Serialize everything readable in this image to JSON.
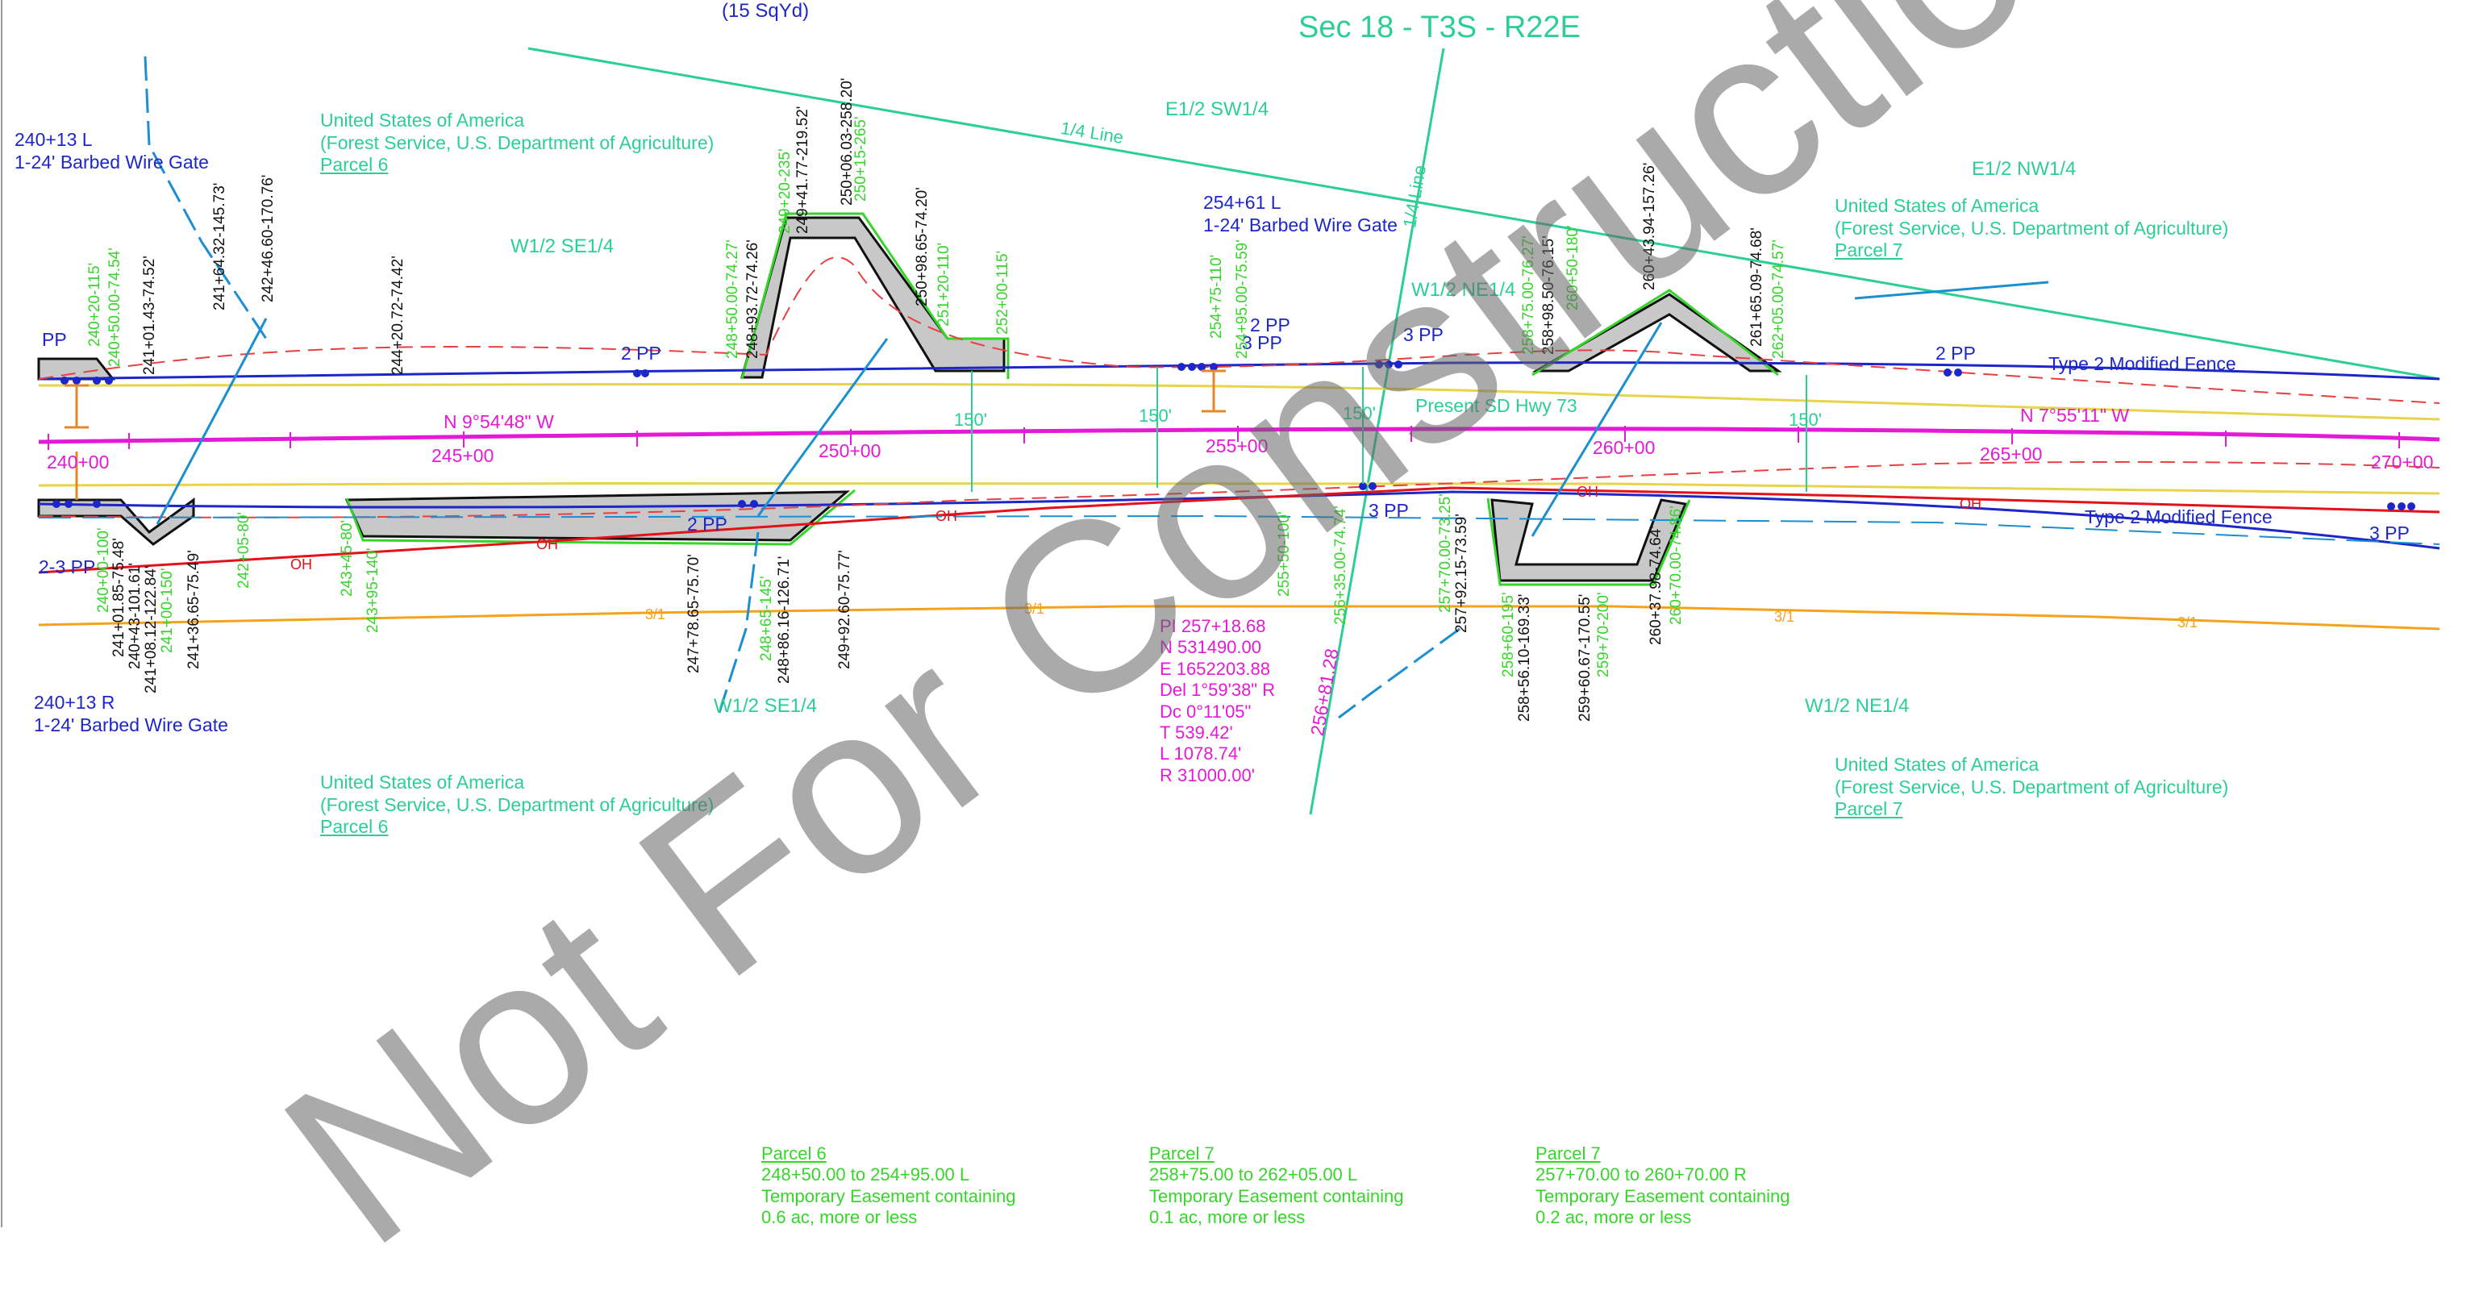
{
  "header": {
    "area_note": "(15 SqYd)",
    "section": "Sec 18 - T3S - R22E"
  },
  "quarter_sections": {
    "e_sw": "E1/2 SW1/4",
    "e_nw": "E1/2 NW1/4",
    "w_se_top": "W1/2 SE1/4",
    "w_ne_top": "W1/2 NE1/4",
    "w_se_bottom": "W1/2 SE1/4",
    "w_ne_bottom": "W1/2 NE1/4",
    "quarter_line_1": "1/4 Line",
    "quarter_line_2": "1/4 Line"
  },
  "owners": {
    "nw_owner": [
      "United States of America",
      "(Forest Service, U.S. Department of Agriculture)",
      "Parcel 6"
    ],
    "ne_owner": [
      "United States of America",
      "(Forest Service, U.S. Department of Agriculture)",
      "Parcel 7"
    ],
    "sw_owner": [
      "United States of America",
      "(Forest Service, U.S. Department of Agriculture)",
      "Parcel 6"
    ],
    "se_owner": [
      "United States of America",
      "(Forest Service, U.S. Department of Agriculture)",
      "Parcel 7"
    ]
  },
  "gates": {
    "left_top": [
      "240+13 L",
      "1-24' Barbed Wire Gate"
    ],
    "mid_top": [
      "254+61 L",
      "1-24' Barbed Wire Gate"
    ],
    "left_bottom": [
      "240+13 R",
      "1-24' Barbed Wire Gate"
    ]
  },
  "fences": {
    "top": "Type 2 Modified Fence",
    "bottom": "Type 2 Modified Fence"
  },
  "poles": {
    "pp_left": "PP",
    "pp2_top": "2 PP",
    "pp2_mid": "2 PP",
    "pp3_mid": "3 PP",
    "pp3_top": "3 PP",
    "pp2_right": "2 PP",
    "pp23_bottom_left": "2-3 PP",
    "pp2_bottom": "2 PP",
    "pp3_bottom": "3 PP",
    "pp3_bottom_right": "3 PP"
  },
  "alignment": {
    "highway": "Present SD Hwy 73",
    "bearing_left": "N  9°54'48\" W",
    "bearing_right": "N  7°55'11\" W",
    "stations": [
      "240+00",
      "245+00",
      "250+00",
      "255+00",
      "260+00",
      "265+00",
      "270+00"
    ],
    "offsets": [
      "150'",
      "150'",
      "150'",
      "150'"
    ],
    "offset_note": "256+81.28"
  },
  "curve_data": [
    "PI  257+18.68",
    "N   531490.00",
    "E   1652203.88",
    "Del  1°59'38\" R",
    "Dc  0°11'05\"",
    "T   539.42'",
    "L   1078.74'",
    "R   31000.00'"
  ],
  "station_labels_black_top": [
    "241+01.43-74.52'",
    "241+64.32-145.73'",
    "242+46.60-170.76'",
    "244+20.72-74.42'",
    "248+93.72-74.26'",
    "249+41.77-219.52'",
    "250+06.03-258.20'",
    "250+98.65-74.20'",
    "258+98.50-76.15'",
    "260+43.94-157.26'",
    "261+65.09-74.68'"
  ],
  "station_labels_green_top": [
    "240+20-115'",
    "240+50.00-74.54'",
    "248+50.00-74.27'",
    "249+20-235'",
    "250+15-265'",
    "251+20-110'",
    "252+00-115'",
    "254+75-110'",
    "254+95.00-75.59'",
    "258+75.00-76.27'",
    "260+50-180'",
    "262+05.00-74.57'"
  ],
  "station_labels_black_bottom": [
    "241+01.85-75.48'",
    "240+43-101.61'",
    "241+08.12-122.84'",
    "241+36.65-75.49'",
    "247+78.65-75.70'",
    "248+86.16-126.71'",
    "249+92.60-75.77'",
    "257+92.15-73.59'",
    "258+56.10-169.33'",
    "259+60.67-170.55'",
    "260+37.98-74.64'"
  ],
  "station_labels_green_bottom": [
    "240+00-100'",
    "241+00-150'",
    "242+05-80'",
    "243+45-80'",
    "243+95-140'",
    "248+65-145'",
    "255+50-100'",
    "256+35.00-74.74'",
    "257+70.00-73.25'",
    "258+60-195'",
    "259+70-200'",
    "260+70.00-74.86'"
  ],
  "utility_tags": {
    "oh": "OH",
    "tel": "3/1"
  },
  "easements": [
    [
      "Parcel 6",
      "248+50.00 to 254+95.00 L",
      "Temporary Easement containing",
      "0.6 ac, more or less"
    ],
    [
      "Parcel 7",
      "258+75.00 to 262+05.00 L",
      "Temporary Easement containing",
      "0.1 ac, more or less"
    ],
    [
      "Parcel 7",
      "257+70.00 to 260+70.00 R",
      "Temporary Easement containing",
      "0.2 ac, more or less"
    ]
  ],
  "watermark": "Not For Construction",
  "colors": {
    "property": "#2bcf93",
    "easement": "#36d52a",
    "fence": "#1d27c9",
    "alignment": "#e41ad6",
    "overhead_power": "#e4101a",
    "telephone": "#f5a21b",
    "existing_row": "#e84040",
    "hatch": "#c8c8c8"
  }
}
